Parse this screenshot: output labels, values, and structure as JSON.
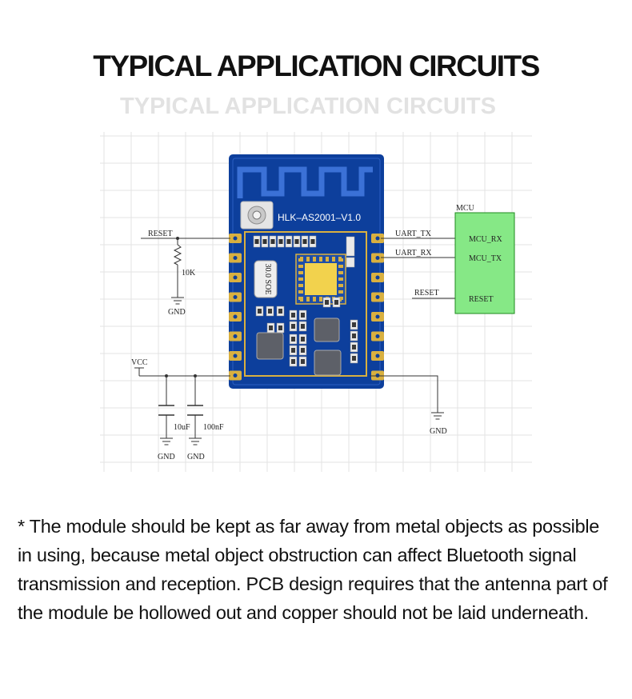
{
  "title": "TYPICAL APPLICATION CIRCUITS",
  "subtitle": "TYPICAL APPLICATION CIRCUITS",
  "module": {
    "label": "HLK–AS2001–V1.0",
    "crystal": "30.0 SOE"
  },
  "labels": {
    "reset_left": "RESET",
    "resistor": "10K",
    "gnd_left": "GND",
    "vcc": "VCC",
    "cap1": "10uF",
    "cap2": "100nF",
    "gnd_cap1": "GND",
    "gnd_cap2": "GND",
    "gnd_right": "GND",
    "uart_tx": "UART_TX",
    "uart_rx": "UART_RX",
    "reset_right": "RESET"
  },
  "mcu": {
    "title": "MCU",
    "pin_rx": "MCU_RX",
    "pin_tx": "MCU_TX",
    "pin_reset": "RESET"
  },
  "note": "*  The module should be kept as far away from metal objects as possible in using, because metal object obstruction can affect Bluetooth signal transmission and reception. PCB design requires that the antenna part of the module be hollowed out and copper should not be laid underneath.",
  "colors": {
    "pcb": "#0d3f9c",
    "mcu_fill": "#86e886",
    "mcu_border": "#1f8a1f",
    "pad": "#d9b040",
    "gridline": "#e3e3e3"
  }
}
